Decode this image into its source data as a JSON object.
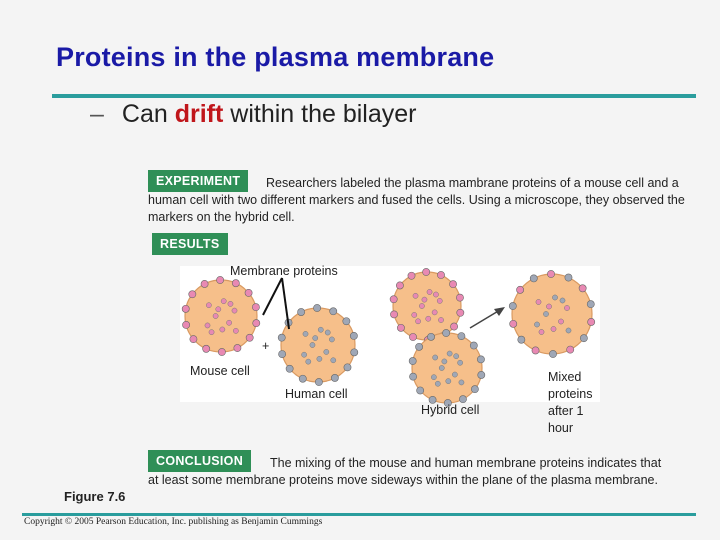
{
  "slide": {
    "title": "Proteins in the plasma membrane",
    "bullet_dash": "–",
    "bullet_pre": "Can ",
    "bullet_highlight": "drift",
    "bullet_post": " within the bilayer"
  },
  "experiment": {
    "label": "EXPERIMENT",
    "text": "Researchers labeled the plasma mambrane proteins of a mouse cell and a human cell with two different markers and fused the cells. Using a microscope, they observed the markers on the hybrid cell."
  },
  "results": {
    "label": "RESULTS",
    "membrane_proteins": "Membrane proteins",
    "plus": "+",
    "mouse_cell": "Mouse cell",
    "human_cell": "Human cell",
    "hybrid_cell": "Hybrid cell",
    "mixed": "Mixed proteins after 1 hour"
  },
  "conclusion": {
    "label": "CONCLUSION",
    "text": "The mixing of the mouse and human membrane proteins indicates that at least some membrane proteins move sideways within the plane of the plasma membrane."
  },
  "figure_number": "Figure 7.6",
  "copyright": "Copyright © 2005 Pearson Education, Inc. publishing as Benjamin Cummings",
  "colors": {
    "cell_fill": "#f6bf8a",
    "mouse_marker": "#e889b3",
    "human_marker": "#9fa7b6",
    "label_green": "#2f8f57",
    "title_blue": "#1a1aa6",
    "rule_teal": "#2a9d9d"
  }
}
